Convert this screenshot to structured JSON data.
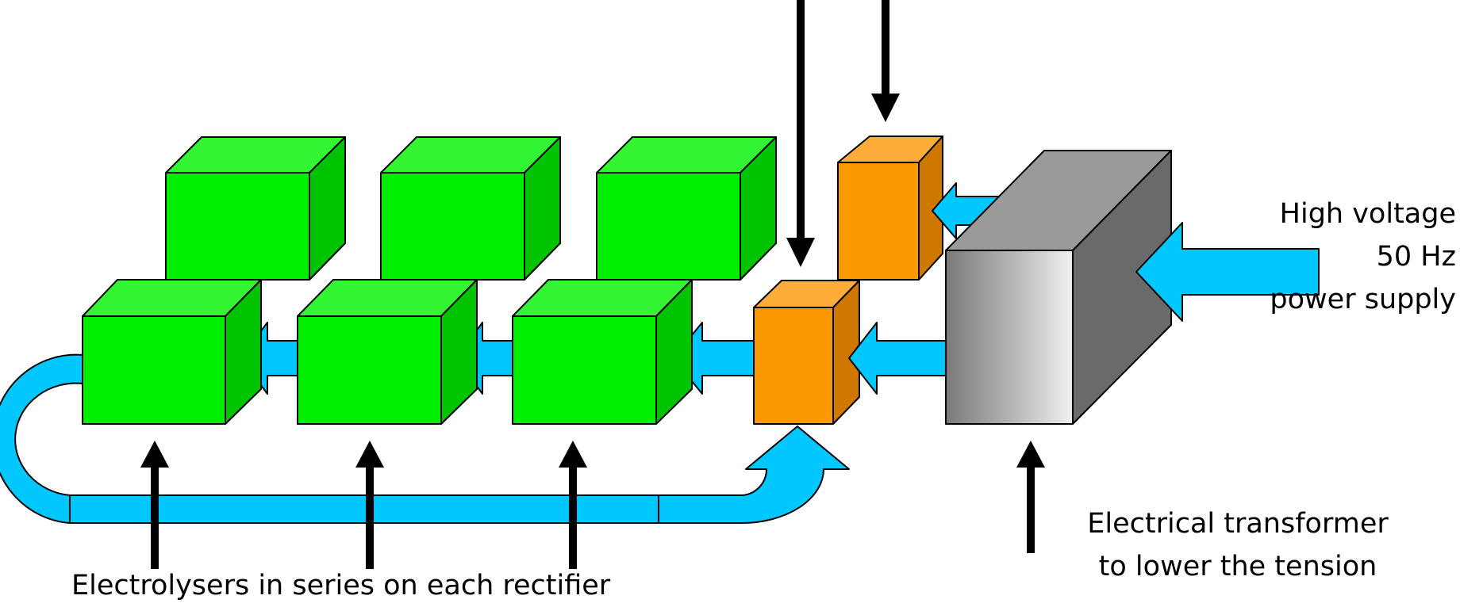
{
  "labels": {
    "supply": [
      "High voltage",
      "50 Hz",
      "power supply"
    ],
    "transformer": [
      "Electrical transformer",
      "to lower the tension"
    ],
    "electrolysers": "Electrolysers in series on each rectifier"
  },
  "colors": {
    "electrolyser_front": "#00ee00",
    "electrolyser_top": "#33f533",
    "electrolyser_side": "#00c400",
    "rectifier_front": "#fa9a00",
    "rectifier_top": "#ffad3a",
    "rectifier_side": "#cf7800",
    "current_arrow": "#00c8ff",
    "pointer": "#000000"
  }
}
